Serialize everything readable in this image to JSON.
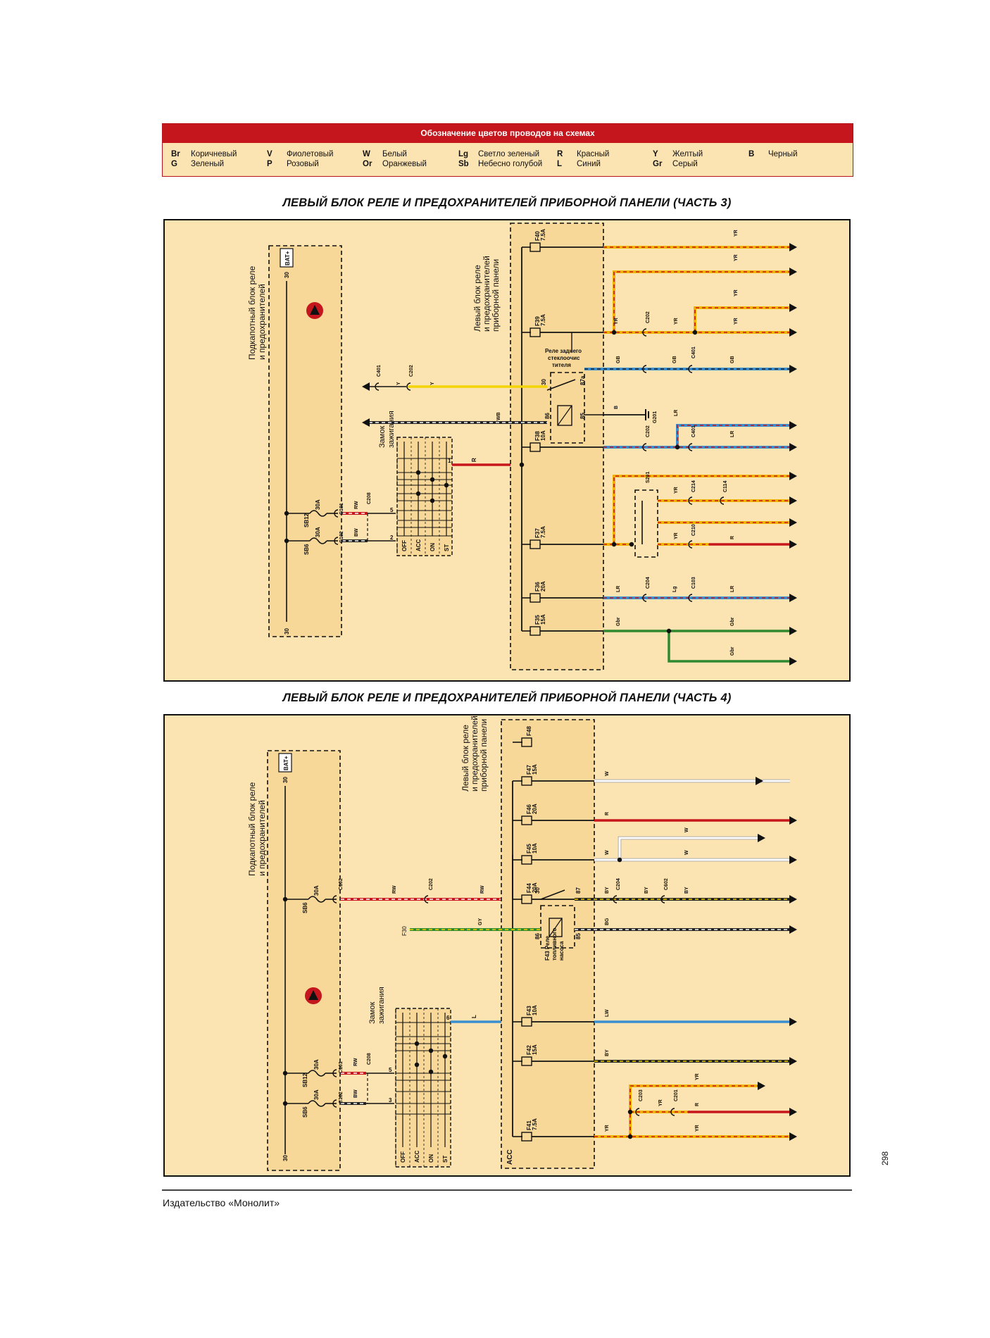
{
  "legend": {
    "title": "Обозначение цветов проводов на схемах",
    "items": [
      {
        "code": "Br",
        "name": "Коричневый"
      },
      {
        "code": "V",
        "name": "Фиолетовый"
      },
      {
        "code": "W",
        "name": "Белый"
      },
      {
        "code": "Lg",
        "name": "Светло зеленый"
      },
      {
        "code": "R",
        "name": "Красный"
      },
      {
        "code": "Y",
        "name": "Желтый"
      },
      {
        "code": "B",
        "name": "Черный"
      },
      {
        "code": "G",
        "name": "Зеленый"
      },
      {
        "code": "P",
        "name": "Розовый"
      },
      {
        "code": "Or",
        "name": "Оранжевый"
      },
      {
        "code": "Sb",
        "name": "Небесно голубой"
      },
      {
        "code": "L",
        "name": "Синий"
      },
      {
        "code": "Gr",
        "name": "Серый"
      }
    ]
  },
  "sections": [
    {
      "title": "ЛЕВЫЙ БЛОК РЕЛЕ И ПРЕДОХРАНИТЕЛЕЙ ПРИБОРНОЙ ПАНЕЛИ (ЧАСТЬ 3)"
    },
    {
      "title": "ЛЕВЫЙ БЛОК РЕЛЕ И ПРЕДОХРАНИТЕЛЕЙ ПРИБОРНОЙ ПАНЕЛИ (ЧАСТЬ 4)"
    }
  ],
  "diagram_labels": {
    "underhood_block": [
      "Подкапотный блок реле",
      "и предохранителей"
    ],
    "dash_block": [
      "Левый блок реле",
      "и предохранителей",
      "приборной панели"
    ],
    "ignition_switch": [
      "Замок",
      "зажигания"
    ],
    "ignition_positions": [
      "OFF",
      "ACC",
      "ON",
      "ST"
    ],
    "bat": "BAT+",
    "terminal_30": "30",
    "sb12": "SB12",
    "sb6": "SB6",
    "fuse_30a": "30A",
    "rear_wiper_relay": [
      "Реле заднего",
      "стеклоочис",
      "тителя"
    ],
    "fuel_pump_relay": [
      "F43 Реле",
      "топливного",
      "насоса"
    ],
    "acc": "ACC",
    "f30": "F30"
  },
  "footer": {
    "publisher": "Издательство «Монолит»",
    "page_number": "298"
  },
  "colors": {
    "red_band": "#c4161c",
    "panel_fill": "#fbe3b2",
    "block_fill": "#f8d898",
    "wire_yr_yellow": "#f0b400",
    "wire_red": "#c8161c",
    "wire_blue": "#3a8fd0",
    "wire_green": "#2f8a2f",
    "wire_yellow": "#f2d500"
  }
}
